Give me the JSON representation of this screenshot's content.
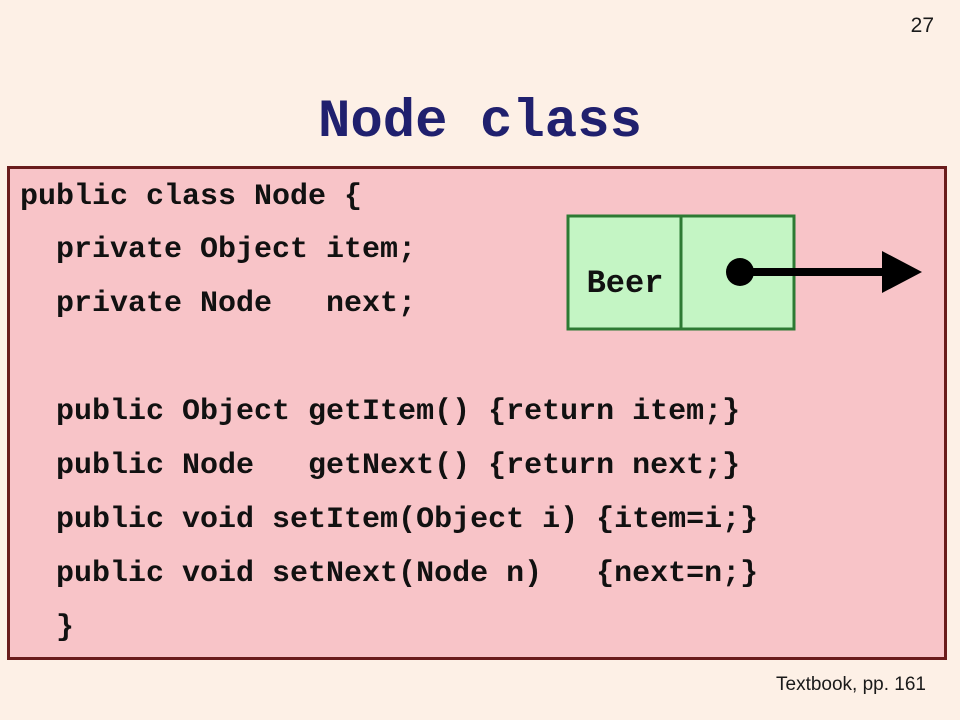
{
  "slide": {
    "page_number": "27",
    "title": "Node class",
    "footer": "Textbook, pp. 161"
  },
  "code": {
    "lines": [
      "public class Node {",
      "  private Object item;",
      "  private Node   next;",
      "",
      "  public Object getItem() {return item;}",
      "  public Node   getNext() {return next;}",
      "  public void setItem(Object i) {item=i;}",
      "  public void setNext(Node n)   {next=n;}",
      "  }"
    ]
  },
  "diagram": {
    "item_label": "Beer",
    "box_fill": "#c4f5c4",
    "box_stroke": "#2d7a33"
  }
}
